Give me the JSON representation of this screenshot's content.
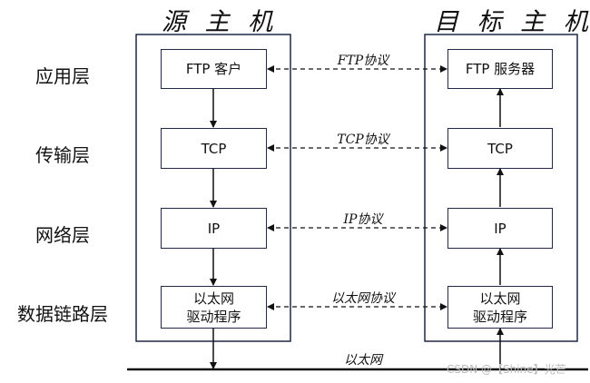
{
  "hosts": {
    "source": "源 主 机",
    "destination": "目 标 主 机"
  },
  "layers": [
    "应用层",
    "传输层",
    "网络层",
    "数据链路层"
  ],
  "source_boxes": [
    "FTP 客户",
    "TCP",
    "IP",
    "以太网\n驱动程序"
  ],
  "dest_boxes": [
    "FTP 服务器",
    "TCP",
    "IP",
    "以太网\n驱动程序"
  ],
  "protocols": [
    "FTP协议",
    "TCP协议",
    "IP协议",
    "以太网协议"
  ],
  "network": "以太网",
  "watermark": "CSDN @【Shine】光芒"
}
